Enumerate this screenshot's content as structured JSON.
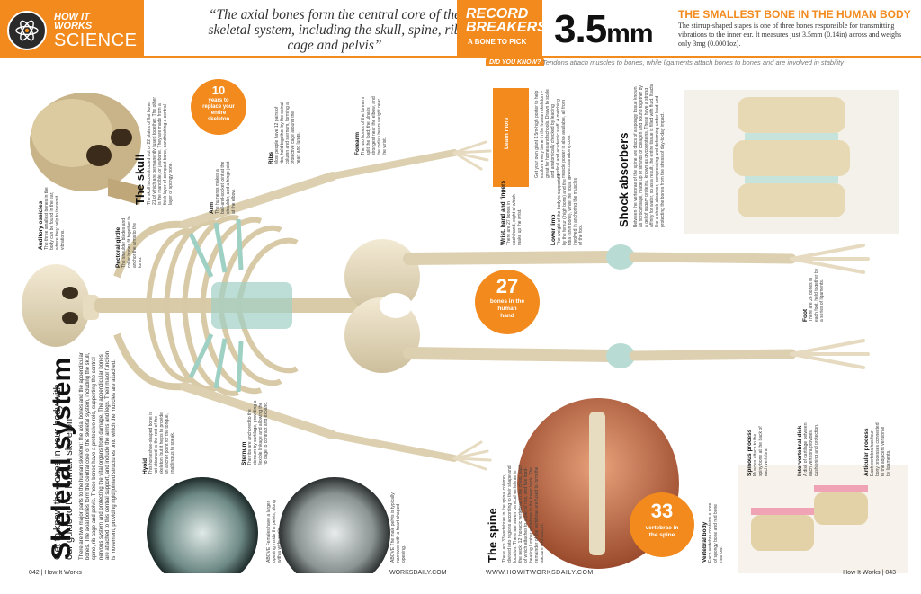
{
  "header": {
    "logo_top": "HOW IT WORKS",
    "logo_bottom": "SCIENCE",
    "quote": "“The axial bones form the central core of the skeletal system, including the skull, spine, rib cage and pelvis”",
    "record_title": "RECORD BREAKERS",
    "record_sub": "A BONE TO PICK",
    "big_number": "3.5",
    "big_unit": "mm",
    "fact_title": "THE SMALLEST BONE IN THE HUMAN BODY",
    "fact_text": "The stirrup-shaped stapes is one of three bones responsible for transmitting vibrations to the inner ear. It measures just 3.5mm (0.14in) across and weighs only 3mg (0.0001oz).",
    "dyk_label": "DID YOU KNOW?",
    "dyk_text": "Tendons attach muscles to bones, while ligaments attach bones to bones and are involved in stability"
  },
  "article": {
    "title": "Skeletal system",
    "subtitle_1": "Get to know the bones in your body with",
    "subtitle_2": "our guide to the human skeleton",
    "intro": "There are two major parts to the human skeleton: the axial bones and the appendicular bones. The axial bones form the central core of the skeletal system, including the skull, spine, rib cage and pelvis. These bones have a protective role, supporting the central nervous system and protecting the vital organs from damage. The appendicular bones are attached to this central support, and include the arms and legs. Their major function is movement, providing rigid jointed structures onto which the muscles are attached."
  },
  "labels": {
    "auditory_title": "Auditory ossicles",
    "auditory_text": "The three smallest bones in the body can be found in the ear, where they help to transmit vibrations.",
    "skull_title": "The skull",
    "skull_text": "The skull is constructed out of 22 plates of flat bone, 21 of which are permanently fused together. The other is the mandible, or jawbone. They are made from a thick layer of compact bone, sandwiching a central layer of spongy bone.",
    "pectoral_title": "Pectoral girdle",
    "pectoral_text": "The shoulder blades and collar bones fit together to anchor the arms to the torso.",
    "arm_title": "Arm",
    "arm_text": "The humerus makes a ball-and-socket joint at the shoulder, and a hinge joint at the elbow.",
    "ribs_title": "Ribs",
    "ribs_text": "Most people have 12 pairs of ribs, held together by the spinal column and sternum, forming a protective cage around the heart and lungs.",
    "forearm_title": "Forearm",
    "forearm_text": "The two bones of the forearm split the load; the ulna is strongest near the elbow, and the radius bears weight near the wrist.",
    "wrist_title": "Wrist, hand and fingers",
    "wrist_text": "There are 27 bones in each hand, eight of which make up the wrist.",
    "lower_title": "Lower limb",
    "lower_text": "The weight of the body is supported by the femur (thigh bone) and the tibia (shin bone), while the fibula is involved in anchoring the muscles of the foot.",
    "learn_title": "Learn more",
    "learn_text": "Get your own giant 1.5m-high poster to help explore every bone in the human skeleton – great for homes and schools. Drawn to scale and anatomically checked by leading medical and academic staff. A matching muscle poster is also available, all from www.ukanatomy.com.",
    "hyoid_title": "Hyoid",
    "hyoid_text": "This horseshoe-shaped bone is not attached to the rest of the skeleton, but it helps to provide an anchor point for the tongue, enabling us to speak.",
    "sternum_title": "Sternum",
    "sternum_text": "The ribs are anchored to the sternum by cartilage, providing a flexible linkage and allowing the rib cage to contract and expand.",
    "xray1_caption": "ABOVE Females have a larger opening inside the pelvis, along with a wide angle.",
    "xray2_caption": "ABOVE The male pelvis is typically narrower with a heart-shaped opening.",
    "spine_title": "The spine",
    "spine_text": "There are 33 vertebrae in the spinal column, divided into regions according to their shape and location. There are seven cervical vertebrae in the neck, 12 thoracic vertebrae in the chest, each of which attaches to a pair of ribs, and five load-bearing lumbar vertebrae in the lower back. The remainder of the vertebrae are fused to form the sacrum and coccyx.",
    "shock_title": "Shock absorbers",
    "shock_text": "Between the vertebrae of the spine are discs of a spongy tissue known as fibrocartilage, made up of strands of collagen and bound together by a gel of sugary proteins, known as glycoproteins. These have a strong affinity for water, so as a result, the entire tissue is filled with fluid. It acts like a shock absorber, compressing and deforming under load and protecting the bones from the stress of day-to-day impact.",
    "foot_title": "Foot",
    "foot_text": "There are 26 bones in each foot, held together by a series of ligaments.",
    "spinous_title": "Spinous process",
    "spinous_text": "Muscles attach to the spiny bone at the back of each vertebra.",
    "disc_title": "Intervertebral disk",
    "disc_text": "A disk of cartilage between each vertebra provides cushioning and protection.",
    "articular_title": "Articular process",
    "articular_text": "Each vertebra has four bony processes connected to the adjacent vertebrae by ligaments.",
    "body_title": "Vertebral body",
    "body_text": "Each vertebra contains a core of spongy bone and red bone marrow."
  },
  "badges": {
    "b10_num": "10",
    "b10_l1": "years to",
    "b10_l2": "replace your",
    "b10_l3": "entire",
    "b10_l4": "skeleton",
    "b27_num": "27",
    "b27_l1": "bones in the",
    "b27_l2": "human",
    "b27_l3": "hand",
    "b33_num": "33",
    "b33_l1": "vertebrae in",
    "b33_l2": "the spine"
  },
  "footer": {
    "left": "042 | How It Works",
    "center_left": "WORKSDAILY.COM",
    "center": "WWW.HOWITWORKSDAILY.COM",
    "right": "How It Works | 043"
  },
  "colors": {
    "accent": "#f28a1d",
    "bone": "#e8dcc0",
    "cartilage": "#9fd0c4"
  }
}
